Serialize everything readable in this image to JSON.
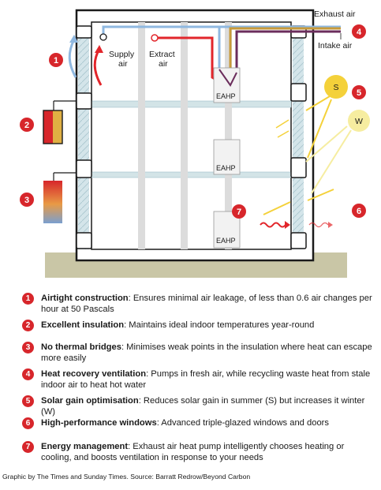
{
  "diagram": {
    "labels": {
      "exhaust_air": "Exhaust air",
      "intake_air": "Intake air",
      "supply_air_line1": "Supply",
      "supply_air_line2": "air",
      "extract_air_line1": "Extract",
      "extract_air_line2": "air",
      "eahp_top": "EAHP",
      "eahp_mid": "EAHP",
      "eahp_bottom": "EAHP",
      "sun_s": "S",
      "sun_w": "W"
    },
    "markers": [
      "1",
      "2",
      "3",
      "4",
      "5",
      "6",
      "7"
    ],
    "colors": {
      "marker_red": "#d7262b",
      "supply_pipe": "#8fb8e0",
      "extract_pipe": "#e2262b",
      "exhaust_pipe": "#c79a3a",
      "intake_pipe": "#6b2d5c",
      "ground": "#c9c6a6",
      "window_glass": "#c9dfe6",
      "sun": "#f4d13a",
      "sun_pale": "#f6eda0"
    }
  },
  "legend": [
    {
      "num": "1",
      "title": "Airtight construction",
      "text": ": Ensures minimal air leakage, of less than 0.6 air changes per hour at 50 Pascals"
    },
    {
      "num": "2",
      "title": "Excellent insulation",
      "text": ": Maintains ideal indoor temperatures year-round"
    },
    {
      "num": "3",
      "title": "No thermal bridges",
      "text": ": Minimises weak points in the insulation where heat can escape more easily"
    },
    {
      "num": "4",
      "title": "Heat recovery ventilation",
      "text": ": Pumps in fresh air, while recycling waste heat from stale indoor air to heat hot water"
    },
    {
      "num": "5",
      "title": "Solar gain optimisation",
      "text": ": Reduces solar gain in summer (S) but increases it winter (W)"
    },
    {
      "num": "6",
      "title": "High-performance windows",
      "text": ": Advanced triple-glazed windows and doors"
    },
    {
      "num": "7",
      "title": "Energy management",
      "text": ": Exhaust air heat pump intelligently chooses heating or cooling, and boosts ventilation in response to your needs"
    }
  ],
  "credit": "Graphic by The Times and Sunday Times. Source:  Barratt Redrow/Beyond Carbon"
}
